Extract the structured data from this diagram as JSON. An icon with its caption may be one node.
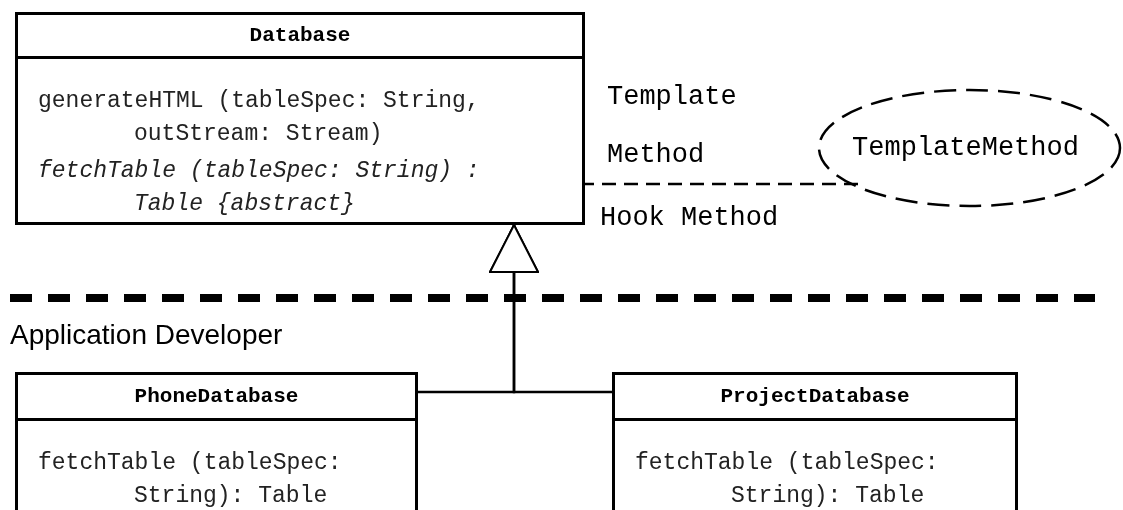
{
  "diagram": {
    "nodes": [
      {
        "text": [
          "Database",
          "generateHTML (tableSpec: String, outStream: Stream)",
          "fetchTable (tableSpec: String) : Table {abstract}"
        ]
      },
      {
        "text": [
          "PhoneDatabase",
          "fetchTable (tableSpec: String): Table"
        ]
      },
      {
        "text": [
          "ProjectDatabase",
          "fetchTable (tableSpec: String): Table"
        ]
      },
      {
        "text": [
          "TemplateMethod"
        ]
      }
    ],
    "edges": [
      {
        "from": 1,
        "to": 0,
        "arrow": "to"
      },
      {
        "from": 2,
        "to": 0,
        "arrow": "to"
      },
      {
        "from": 3,
        "to": 0,
        "arrow": "none",
        "style": "dashed"
      }
    ],
    "labels": [
      "Template Method",
      "Hook Method",
      "Application Developer"
    ]
  }
}
